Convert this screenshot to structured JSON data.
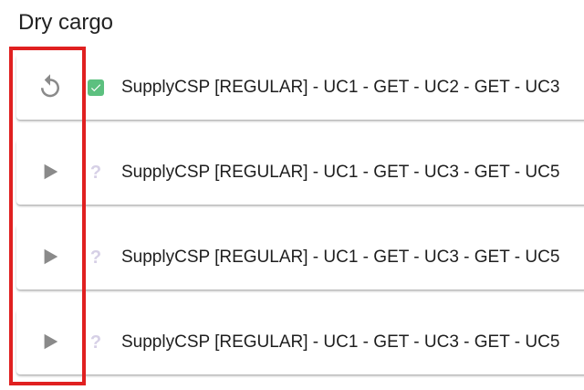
{
  "section": {
    "title": "Dry cargo"
  },
  "items": [
    {
      "action_icon": "replay-icon",
      "status_icon": "check-icon",
      "label": "SupplyCSP [REGULAR] - UC1 - GET - UC2 - GET - UC3"
    },
    {
      "action_icon": "play-icon",
      "status_icon": "question-icon",
      "status_glyph": "?",
      "label": "SupplyCSP [REGULAR] - UC1 - GET - UC3 - GET - UC5"
    },
    {
      "action_icon": "play-icon",
      "status_icon": "question-icon",
      "status_glyph": "?",
      "label": "SupplyCSP [REGULAR] - UC1 - GET - UC3 - GET - UC5"
    },
    {
      "action_icon": "play-icon",
      "status_icon": "question-icon",
      "status_glyph": "?",
      "label": "SupplyCSP [REGULAR] - UC1 - GET - UC3 - GET - UC5"
    }
  ],
  "colors": {
    "highlight_border": "#e02020",
    "check_green": "#5cc07f",
    "icon_gray": "#8a8a8a",
    "question_lavender": "#d6d0e6"
  }
}
